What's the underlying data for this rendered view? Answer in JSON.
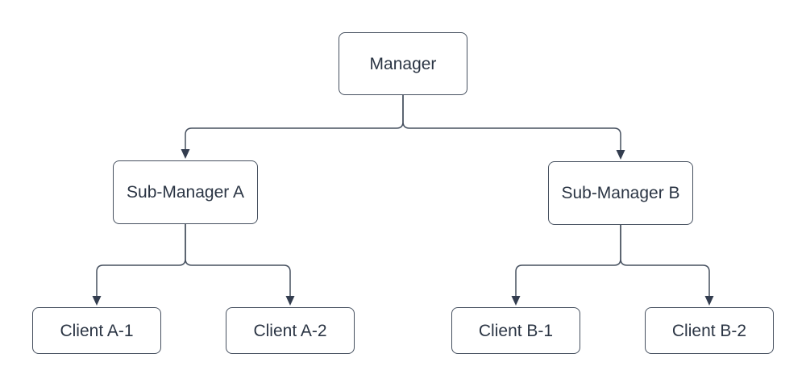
{
  "diagram": {
    "kind": "org-chart-tree",
    "nodes": {
      "manager": {
        "label": "Manager"
      },
      "sub_a": {
        "label": "Sub-Manager A"
      },
      "sub_b": {
        "label": "Sub-Manager B"
      },
      "client_a1": {
        "label": "Client A-1"
      },
      "client_a2": {
        "label": "Client A-2"
      },
      "client_b1": {
        "label": "Client B-1"
      },
      "client_b2": {
        "label": "Client B-2"
      }
    },
    "edges": [
      {
        "from": "Manager",
        "to": "Sub-Manager A",
        "arrow": "filled-triangle"
      },
      {
        "from": "Manager",
        "to": "Sub-Manager B",
        "arrow": "filled-triangle"
      },
      {
        "from": "Sub-Manager A",
        "to": "Client A-1",
        "arrow": "filled-triangle"
      },
      {
        "from": "Sub-Manager A",
        "to": "Client A-2",
        "arrow": "filled-triangle"
      },
      {
        "from": "Sub-Manager B",
        "to": "Client B-1",
        "arrow": "filled-triangle"
      },
      {
        "from": "Sub-Manager B",
        "to": "Client B-2",
        "arrow": "filled-triangle"
      }
    ],
    "colors": {
      "background": "#ffffff",
      "node_fill": "#ffffff",
      "node_border": "#46505f",
      "connector": "#46505f",
      "arrow": "#333d4f",
      "text": "#2b3544"
    }
  }
}
